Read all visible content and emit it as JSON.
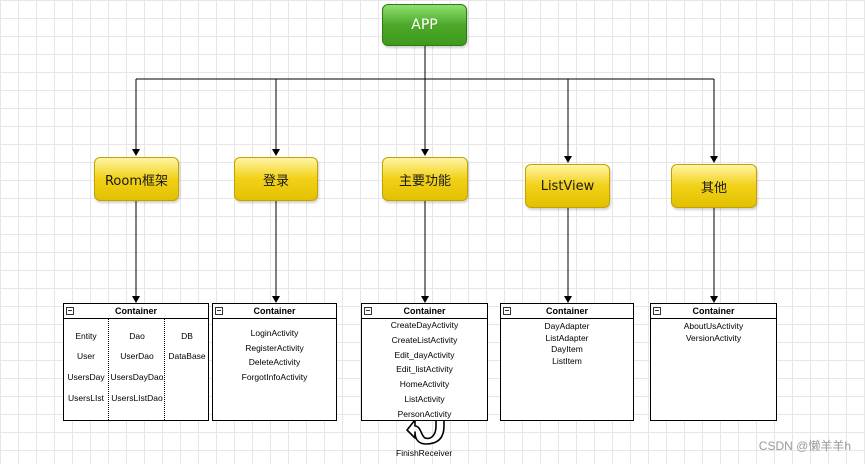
{
  "root": {
    "label": "APP"
  },
  "branches": [
    {
      "label": "Room框架"
    },
    {
      "label": "登录"
    },
    {
      "label": "主要功能"
    },
    {
      "label": "ListView"
    },
    {
      "label": "其他"
    }
  ],
  "containers": [
    {
      "title": "Container",
      "columns": [
        [
          "Entity",
          "User",
          "UsersDay",
          "UsersLIst"
        ],
        [
          "Dao",
          "UserDao",
          "UsersDayDao",
          "UsersLIstDao"
        ],
        [
          "DB",
          "DataBase"
        ]
      ]
    },
    {
      "title": "Container",
      "items": [
        "LoginActivity",
        "RegisterActivity",
        "DeleteActivity",
        "ForgotInfoActivity"
      ]
    },
    {
      "title": "Container",
      "items": [
        "CreateDayActivity",
        "CreateListActivity",
        "Edit_dayActivity",
        "Edit_listActivity",
        "HomeActivity",
        "ListActivity",
        "PersonActivity"
      ]
    },
    {
      "title": "Container",
      "items": [
        "DayAdapter",
        "ListAdapter",
        "DayItem",
        "ListItem"
      ]
    },
    {
      "title": "Container",
      "items": [
        "AboutUsActivity",
        "VersionActivity"
      ]
    }
  ],
  "receiver": {
    "label": "FinishReceiver"
  },
  "watermark": "CSDN @懒羊羊h",
  "colors": {
    "root_fill": "#4ea82a",
    "branch_fill": "#f2d21a",
    "grid": "#e6e6e6"
  }
}
